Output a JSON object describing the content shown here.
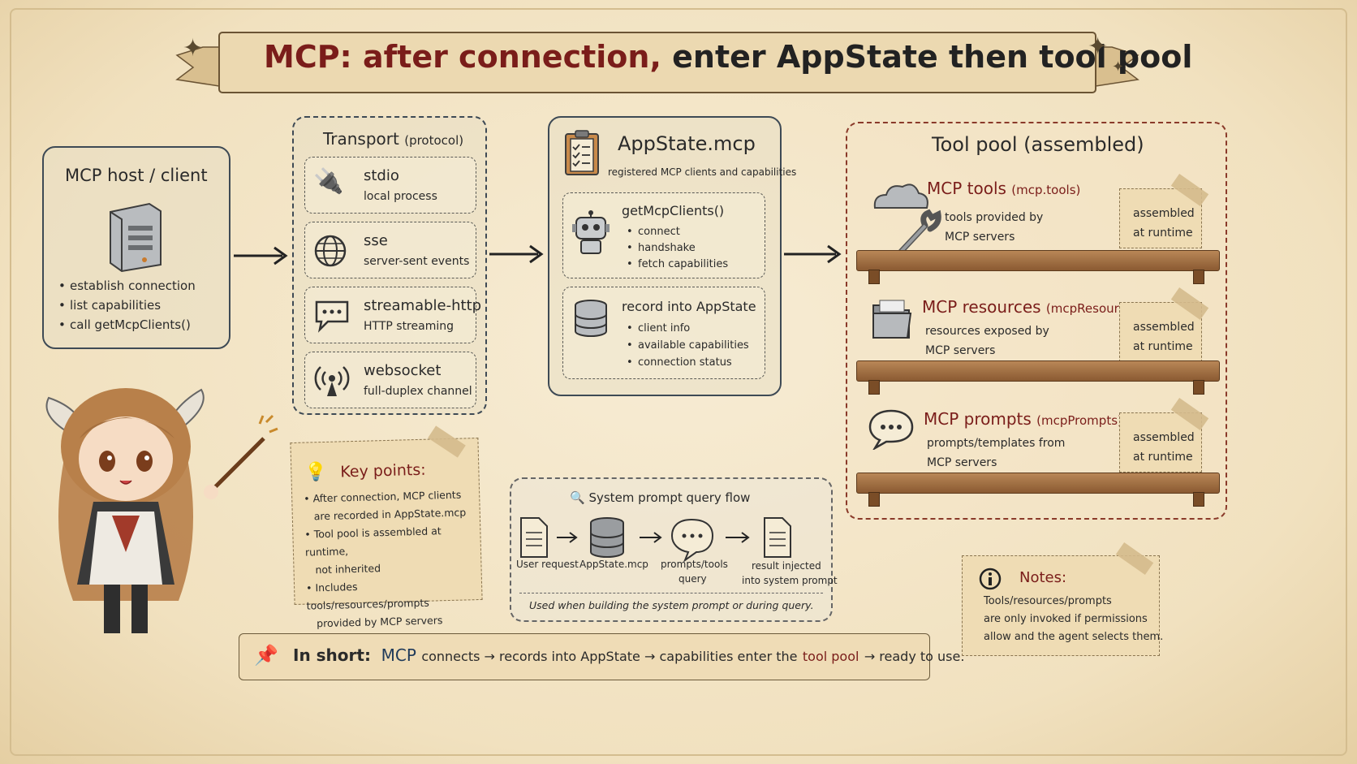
{
  "title": {
    "part1": "MCP: after connection, ",
    "part2": "enter AppState then tool pool"
  },
  "host": {
    "title": "MCP host / client",
    "bullets": [
      "establish connection",
      "list capabilities",
      "call getMcpClients()"
    ]
  },
  "transport": {
    "title": "Transport",
    "subtitle": "(protocol)",
    "items": [
      {
        "name": "stdio",
        "desc": "local process"
      },
      {
        "name": "sse",
        "desc": "server-sent events"
      },
      {
        "name": "streamable-http",
        "desc": "HTTP streaming"
      },
      {
        "name": "websocket",
        "desc": "full-duplex channel"
      }
    ]
  },
  "appstate": {
    "title": "AppState.mcp",
    "subtitle": "registered MCP clients and capabilities",
    "get": {
      "title": "getMcpClients()",
      "bullets": [
        "connect",
        "handshake",
        "fetch capabilities"
      ]
    },
    "record": {
      "title": "record into AppState",
      "bullets": [
        "client info",
        "available capabilities",
        "connection status"
      ]
    }
  },
  "toolpool": {
    "title": "Tool pool (assembled)",
    "shelves": [
      {
        "title": "MCP tools",
        "code": "(mcp.tools)",
        "desc1": "tools provided by",
        "desc2": "MCP servers",
        "tag1": "assembled",
        "tag2": "at runtime"
      },
      {
        "title": "MCP resources",
        "code": "(mcpResources)",
        "desc1": "resources exposed by",
        "desc2": "MCP servers",
        "tag1": "assembled",
        "tag2": "at runtime"
      },
      {
        "title": "MCP prompts",
        "code": "(mcpPrompts)",
        "desc1": "prompts/templates from",
        "desc2": "MCP servers",
        "tag1": "assembled",
        "tag2": "at runtime"
      }
    ]
  },
  "keypoints": {
    "title": "Key points:",
    "lines": [
      [
        "After connection, MCP clients",
        "are recorded in AppState.mcp"
      ],
      [
        "Tool pool is assembled at runtime,",
        "not inherited"
      ],
      [
        "Includes tools/resources/prompts",
        "provided by MCP servers"
      ]
    ]
  },
  "flow": {
    "title": "System prompt query flow",
    "steps": [
      {
        "l1": "User request",
        "l2": ""
      },
      {
        "l1": "AppState.mcp",
        "l2": ""
      },
      {
        "l1": "prompts/tools",
        "l2": "query"
      },
      {
        "l1": "result injected",
        "l2": "into system prompt"
      }
    ],
    "footer": "Used when building the system prompt or during query."
  },
  "notes": {
    "title": "Notes:",
    "lines": [
      "Tools/resources/prompts",
      "are only invoked if permissions",
      "allow and the agent selects them."
    ]
  },
  "summary": {
    "label": "In short:",
    "mcp": "MCP",
    "p1": "connects → records into AppState → capabilities enter the",
    "pool": "tool pool",
    "p2": "→ ready to use."
  }
}
